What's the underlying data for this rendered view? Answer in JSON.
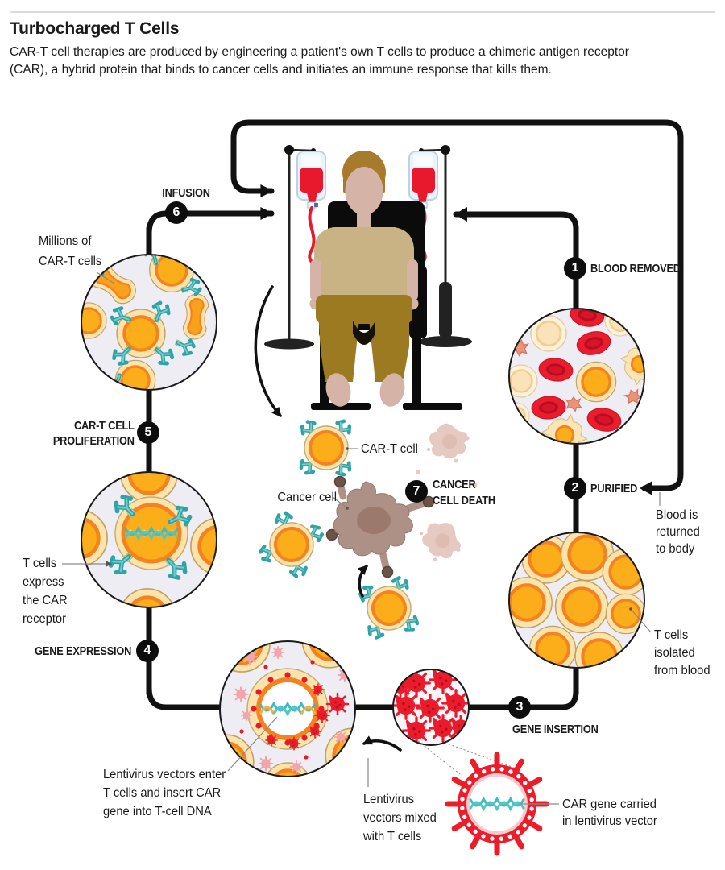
{
  "header": {
    "title": "Turbocharged T Cells",
    "description": "CAR-T cell therapies are produced by engineering a patient's own T cells to produce a chimeric antigen receptor\n(CAR), a hybrid protein that binds to cancer cells and initiates an immune response that kills them."
  },
  "steps": [
    {
      "number": "1",
      "label": "BLOOD REMOVED"
    },
    {
      "number": "2",
      "label": "PURIFIED"
    },
    {
      "number": "3",
      "label": "GENE INSERTION"
    },
    {
      "number": "4",
      "label": "GENE EXPRESSION"
    },
    {
      "number": "5",
      "label": "CAR-T CELL\nPROLIFERATION"
    },
    {
      "number": "6",
      "label": "INFUSION"
    },
    {
      "number": "7",
      "label": "CANCER\nCELL DEATH"
    }
  ],
  "ann": {
    "millions": "Millions of\nCAR-T cells",
    "t_express": "T cells\nexpress\nthe CAR\nreceptor",
    "lenti_enter": "Lentivirus vectors enter\nT cells and insert CAR\ngene into T-cell DNA",
    "lenti_mixed": "Lentivirus\nvectors mixed\nwith T cells",
    "car_gene": "CAR gene carried\nin lentivirus vector",
    "t_isolated": "T cells\nisolated\nfrom blood",
    "blood_returned": "Blood is\nreturned\nto body",
    "car_t_cell": "CAR-T cell",
    "cancer_cell": "Cancer cell"
  },
  "colors": {
    "flow_line": "#111111",
    "blood_red": "#E8192C",
    "virus_red": "#EC1C29",
    "dna_teal": "#3DBDBD",
    "receptor_teal": "#2FA3A5",
    "cell_gold": "#FBAE1A",
    "cell_orange_ring": "#F58220",
    "cell_cream": "#FBE4AC",
    "circle_bg_lavender": "#EFEDF4",
    "pink_virus": "#F2A6AC",
    "cancer_cell_body": "#AE9186",
    "splat_pink": "#E6C9C0",
    "skin": "#D6B3A7",
    "hair": "#A67B2C",
    "shirt": "#C9B283",
    "pants": "#9B7A22"
  }
}
